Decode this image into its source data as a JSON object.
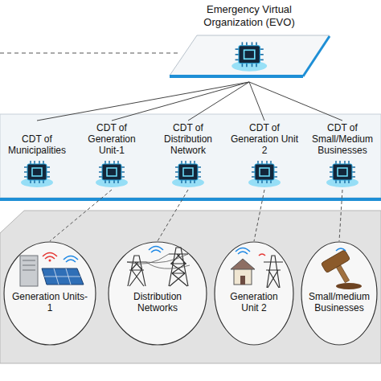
{
  "diagram": {
    "nodes": [
      {
        "text": [
          "Emergency Virtual Organization (EVO)"
        ]
      },
      {
        "text": [
          "CDT of Municipalities"
        ]
      },
      {
        "text": [
          "CDT of Generation Unit-1"
        ]
      },
      {
        "text": [
          "CDT of Distribution Network"
        ]
      },
      {
        "text": [
          "CDT of Generation Unit 2"
        ]
      },
      {
        "text": [
          "CDT of Small/Medium Businesses"
        ]
      },
      {
        "text": [
          "Generation Units-1"
        ]
      },
      {
        "text": [
          "Distribution Networks"
        ]
      },
      {
        "text": [
          "Generation Unit 2"
        ]
      },
      {
        "text": [
          "Small/medium Businesses"
        ]
      }
    ],
    "edges": [
      {
        "from": 0,
        "to": 1,
        "arrow": "none"
      },
      {
        "from": 0,
        "to": 2,
        "arrow": "none"
      },
      {
        "from": 0,
        "to": 3,
        "arrow": "none"
      },
      {
        "from": 0,
        "to": 4,
        "arrow": "none"
      },
      {
        "from": 0,
        "to": 5,
        "arrow": "none"
      },
      {
        "from": 2,
        "to": 6,
        "arrow": "none"
      },
      {
        "from": 3,
        "to": 7,
        "arrow": "none"
      },
      {
        "from": 4,
        "to": 8,
        "arrow": "none"
      },
      {
        "from": 5,
        "to": 9,
        "arrow": "none"
      }
    ]
  }
}
